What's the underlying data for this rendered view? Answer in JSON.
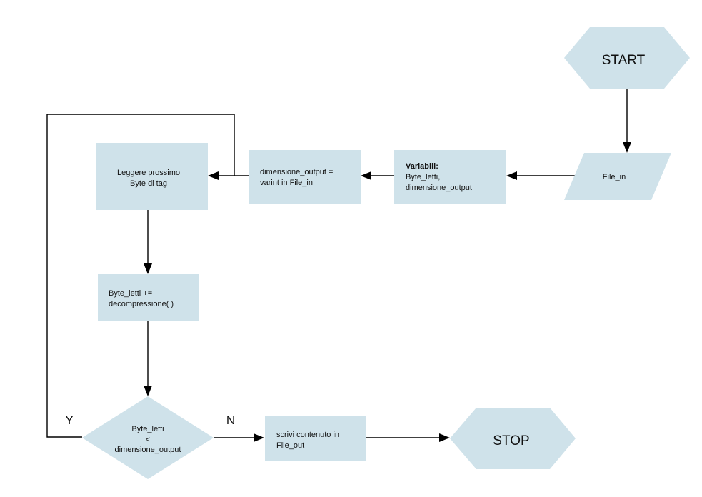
{
  "nodes": {
    "start": {
      "label": "START"
    },
    "file_in": {
      "label": "File_in"
    },
    "variabili": {
      "heading": "Variabili:",
      "line1": "Byte_letti,",
      "line2": "dimensione_output"
    },
    "dimensione": {
      "line1": "dimensione_output =",
      "line2": "varint in File_in"
    },
    "leggere": {
      "line1": "Leggere prossimo",
      "line2": "Byte di tag"
    },
    "byte_letti": {
      "line1": "Byte_letti +=",
      "line2": "decompressione( )"
    },
    "decision": {
      "line1": "Byte_letti",
      "line2": "<",
      "line3": "dimensione_output"
    },
    "scrivi": {
      "line1": "scrivi contenuto in",
      "line2": "File_out"
    },
    "stop": {
      "label": "STOP"
    }
  },
  "branches": {
    "yes": "Y",
    "no": "N"
  },
  "colors": {
    "shape_fill": "#cfe2ea",
    "edge": "#000000",
    "text": "#111111"
  }
}
